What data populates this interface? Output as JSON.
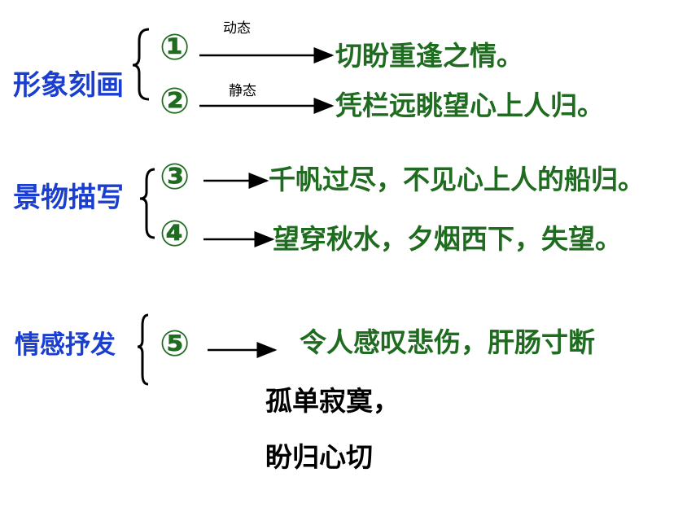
{
  "groups": [
    {
      "category": "形象刻画",
      "items": [
        {
          "number": "①",
          "tag": "动态",
          "text": "切盼重逢之情。"
        },
        {
          "number": "②",
          "tag": "静态",
          "text": "凭栏远眺望心上人归。"
        }
      ]
    },
    {
      "category": "景物描写",
      "items": [
        {
          "number": "③",
          "text": "千帆过尽，不见心上人的船归。"
        },
        {
          "number": "④",
          "text": "望穿秋水，夕烟西下，失望。"
        }
      ]
    },
    {
      "category": "情感抒发",
      "items": [
        {
          "number": "⑤",
          "text": "令人感叹悲伤，肝肠寸断"
        }
      ]
    }
  ],
  "summary": [
    "孤单寂寞，",
    "盼归心切"
  ],
  "colors": {
    "category": "#1a3fd0",
    "item": "#1f6b1f",
    "text": "#000000"
  }
}
